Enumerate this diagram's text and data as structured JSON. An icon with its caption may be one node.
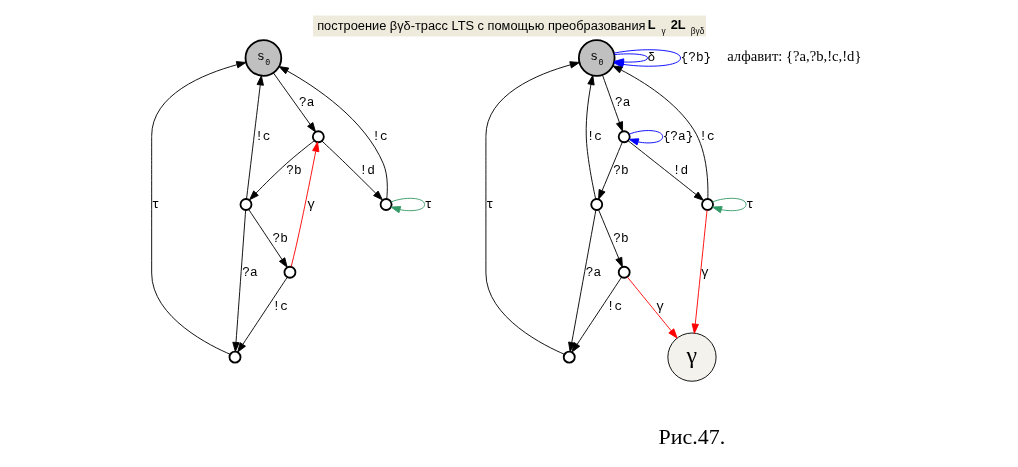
{
  "diagram": {
    "title": "построение βγδ-трасс LTS с помощью преобразования **L**$_{γ}$**2L**$_{βγδ}$",
    "caption": "Рис.47.",
    "nodes": [
      {
        "text": [
          "s$_{0}$"
        ]
      },
      {
        "text": [],
        "shape": "circle"
      },
      {
        "text": [],
        "shape": "circle"
      },
      {
        "text": [],
        "shape": "circle"
      },
      {
        "text": [],
        "shape": "circle"
      },
      {
        "text": [],
        "shape": "circle"
      },
      {
        "text": [
          "s$_{0}$"
        ]
      },
      {
        "text": [],
        "shape": "circle"
      },
      {
        "text": [],
        "shape": "circle"
      },
      {
        "text": [],
        "shape": "circle"
      },
      {
        "text": [],
        "shape": "circle"
      },
      {
        "text": [],
        "shape": "circle"
      },
      {
        "text": [
          "γ"
        ]
      }
    ],
    "edges": [
      {
        "from": 0,
        "to": 3,
        "arrow": "to",
        "label": "?a"
      },
      {
        "from": 2,
        "to": 0,
        "arrow": "to",
        "label": "!c"
      },
      {
        "from": 4,
        "to": 0,
        "arrow": "to",
        "label": "!c"
      },
      {
        "from": 1,
        "to": 0,
        "arrow": "to",
        "label": "τ"
      },
      {
        "from": 2,
        "to": 1,
        "arrow": "to",
        "label": "?a"
      },
      {
        "from": 3,
        "to": 2,
        "arrow": "to",
        "label": "?b"
      },
      {
        "from": 3,
        "to": 4,
        "arrow": "to",
        "label": "!d"
      },
      {
        "from": 4,
        "to": 4,
        "arrow": "to",
        "label": "τ",
        "color": "#339966"
      },
      {
        "from": 2,
        "to": 5,
        "arrow": "to",
        "label": "?b"
      },
      {
        "from": 5,
        "to": 1,
        "arrow": "to",
        "label": "!c"
      },
      {
        "from": 5,
        "to": 3,
        "arrow": "to",
        "label": "γ",
        "color": "#ff0000"
      },
      {
        "from": 6,
        "to": 6,
        "arrow": "to",
        "label": "δ",
        "color": "#0000ff"
      },
      {
        "from": 6,
        "to": 6,
        "arrow": "to",
        "label": "{?b}",
        "color": "#0000ff"
      },
      {
        "from": 6,
        "to": 9,
        "arrow": "to",
        "label": "?a"
      },
      {
        "from": 8,
        "to": 6,
        "arrow": "to",
        "label": "!c"
      },
      {
        "from": 10,
        "to": 6,
        "arrow": "to",
        "label": "!c"
      },
      {
        "from": 7,
        "to": 6,
        "arrow": "to",
        "label": "τ"
      },
      {
        "from": 8,
        "to": 7,
        "arrow": "to",
        "label": "?a"
      },
      {
        "from": 9,
        "to": 8,
        "arrow": "to",
        "label": "?b"
      },
      {
        "from": 9,
        "to": 10,
        "arrow": "to",
        "label": "!d"
      },
      {
        "from": 9,
        "to": 9,
        "arrow": "to",
        "label": "{?a}",
        "color": "#0000ff"
      },
      {
        "from": 10,
        "to": 10,
        "arrow": "to",
        "label": "τ",
        "color": "#339966"
      },
      {
        "from": 10,
        "to": 12,
        "arrow": "to",
        "label": "γ",
        "color": "#ff0000"
      },
      {
        "from": 8,
        "to": 11,
        "arrow": "to",
        "label": "?b"
      },
      {
        "from": 11,
        "to": 7,
        "arrow": "to",
        "label": "!c"
      },
      {
        "from": 11,
        "to": 12,
        "arrow": "to",
        "label": "γ",
        "color": "#ff0000"
      }
    ],
    "labels": [
      "алфавит: {?a,?b,!c,!d}"
    ]
  }
}
